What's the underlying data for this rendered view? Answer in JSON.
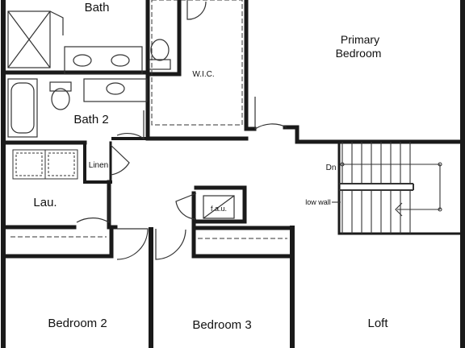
{
  "plan": {
    "rooms": {
      "primary_bath": "Bath",
      "primary_bedroom_line1": "Primary",
      "primary_bedroom_line2": "Bedroom",
      "wic": "W.I.C.",
      "bath2": "Bath 2",
      "linen": "Linen",
      "laundry": "Lau.",
      "fau": "f.a.u.",
      "bedroom2": "Bedroom 2",
      "bedroom3": "Bedroom 3",
      "loft": "Loft"
    },
    "stairs": {
      "down_label": "Dn",
      "low_wall_label": "low wall"
    }
  },
  "colors": {
    "wall": "#1a1a1a",
    "line": "#333333",
    "background": "#ffffff"
  }
}
